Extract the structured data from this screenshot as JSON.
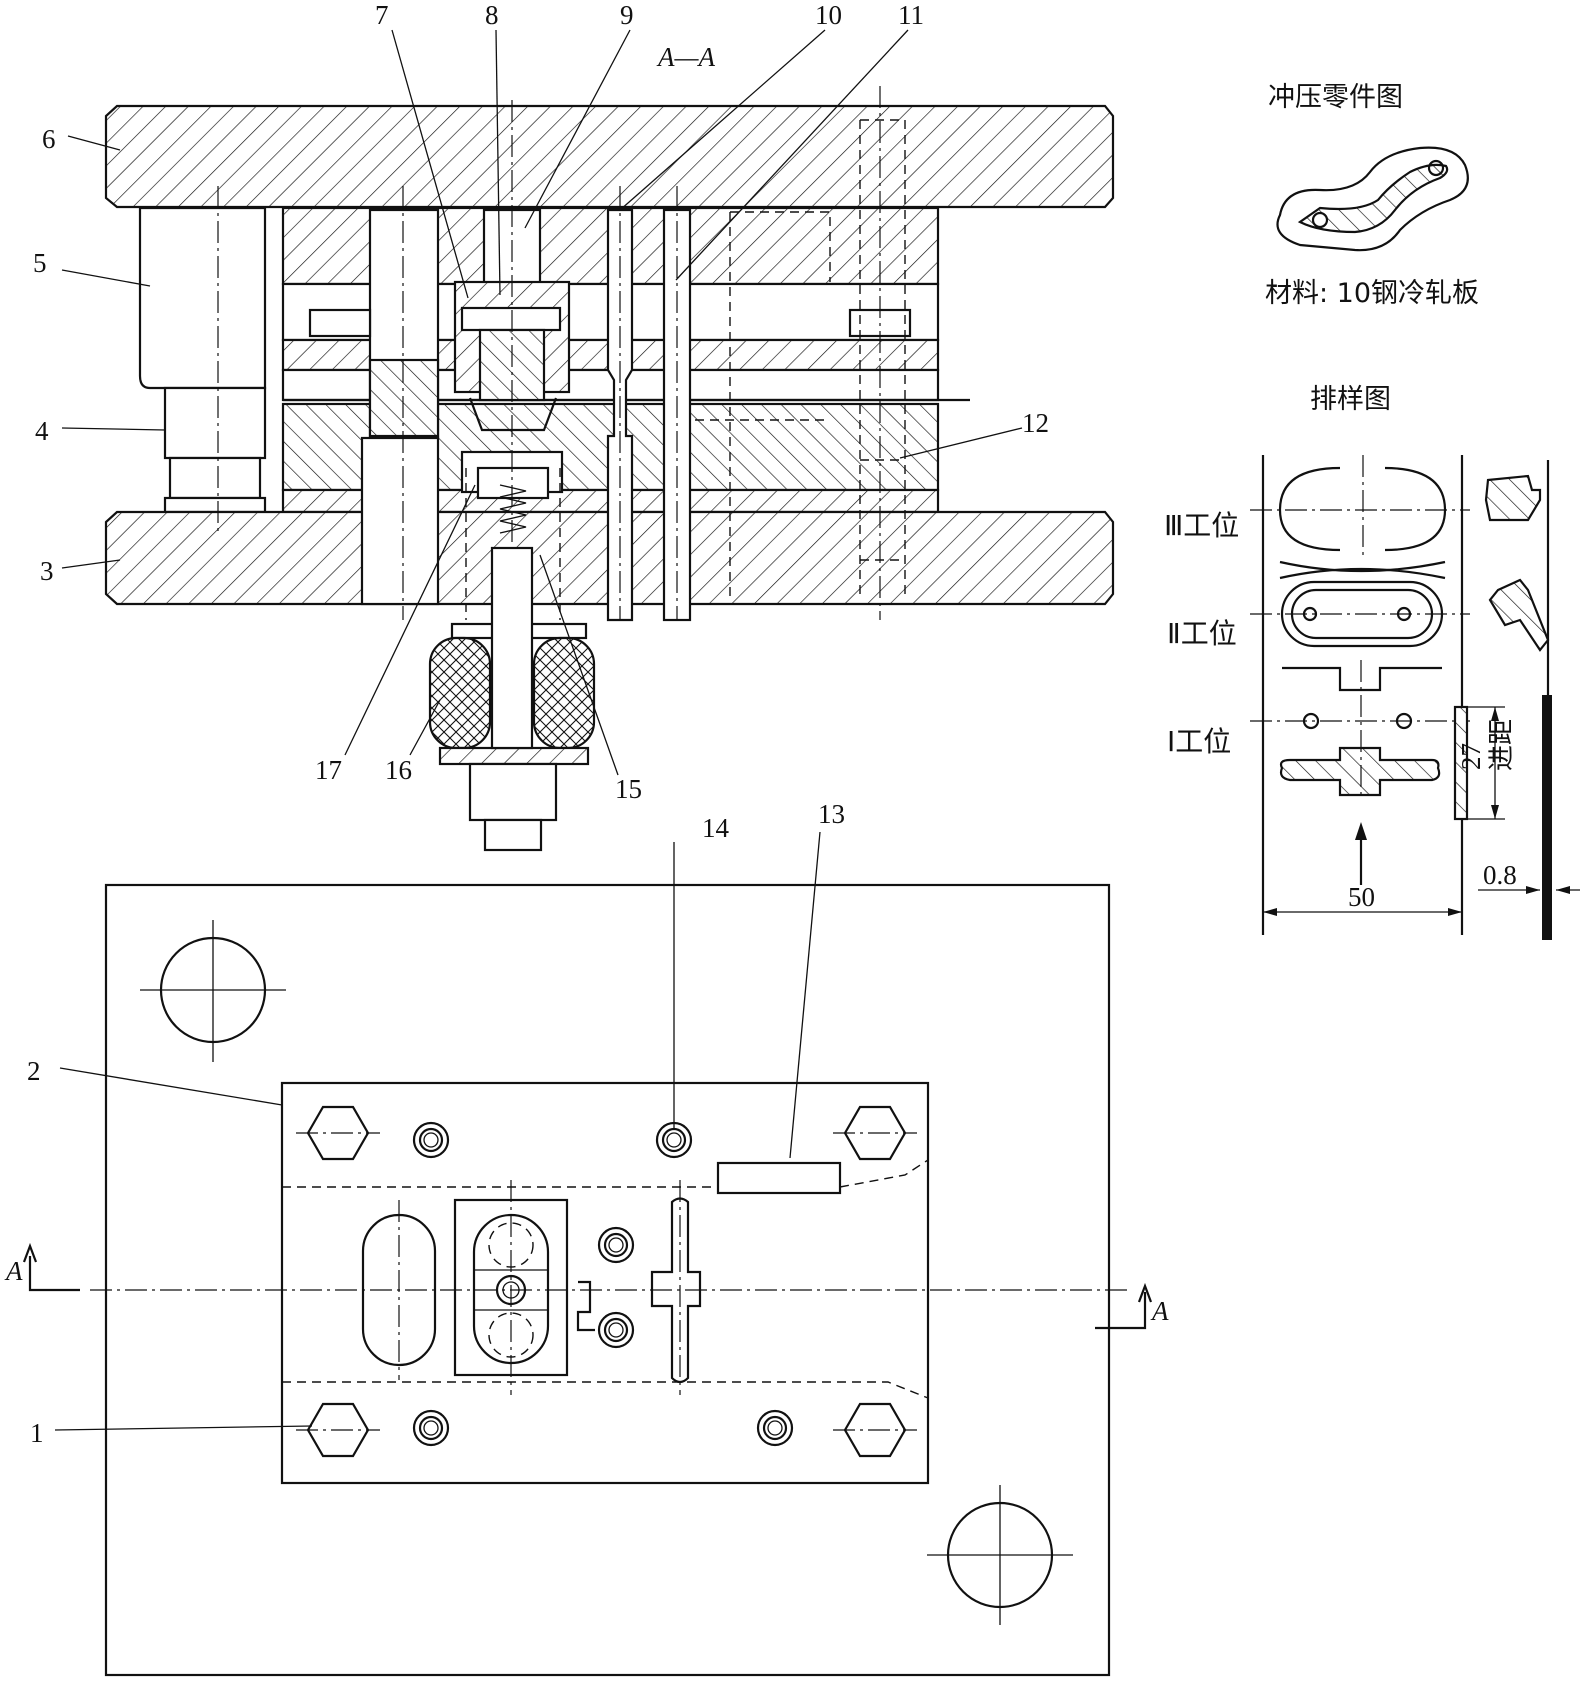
{
  "section_title": "A—A",
  "part_numbers": [
    "1",
    "2",
    "3",
    "4",
    "5",
    "6",
    "7",
    "8",
    "9",
    "10",
    "11",
    "12",
    "13",
    "14",
    "15",
    "16",
    "17"
  ],
  "part_drawing": {
    "title": "冲压零件图",
    "material": "材料: 10钢冷轧板"
  },
  "layout": {
    "title": "排样图",
    "stations": [
      "Ⅲ工位",
      "Ⅱ工位",
      "Ⅰ工位"
    ],
    "pitch_label": "进距",
    "pitch_value": "27",
    "width_value": "50",
    "thickness_value": "0.8"
  },
  "section_marks": {
    "left": "A",
    "right": "A"
  },
  "colors": {
    "line": "#111111",
    "background": "#ffffff"
  }
}
